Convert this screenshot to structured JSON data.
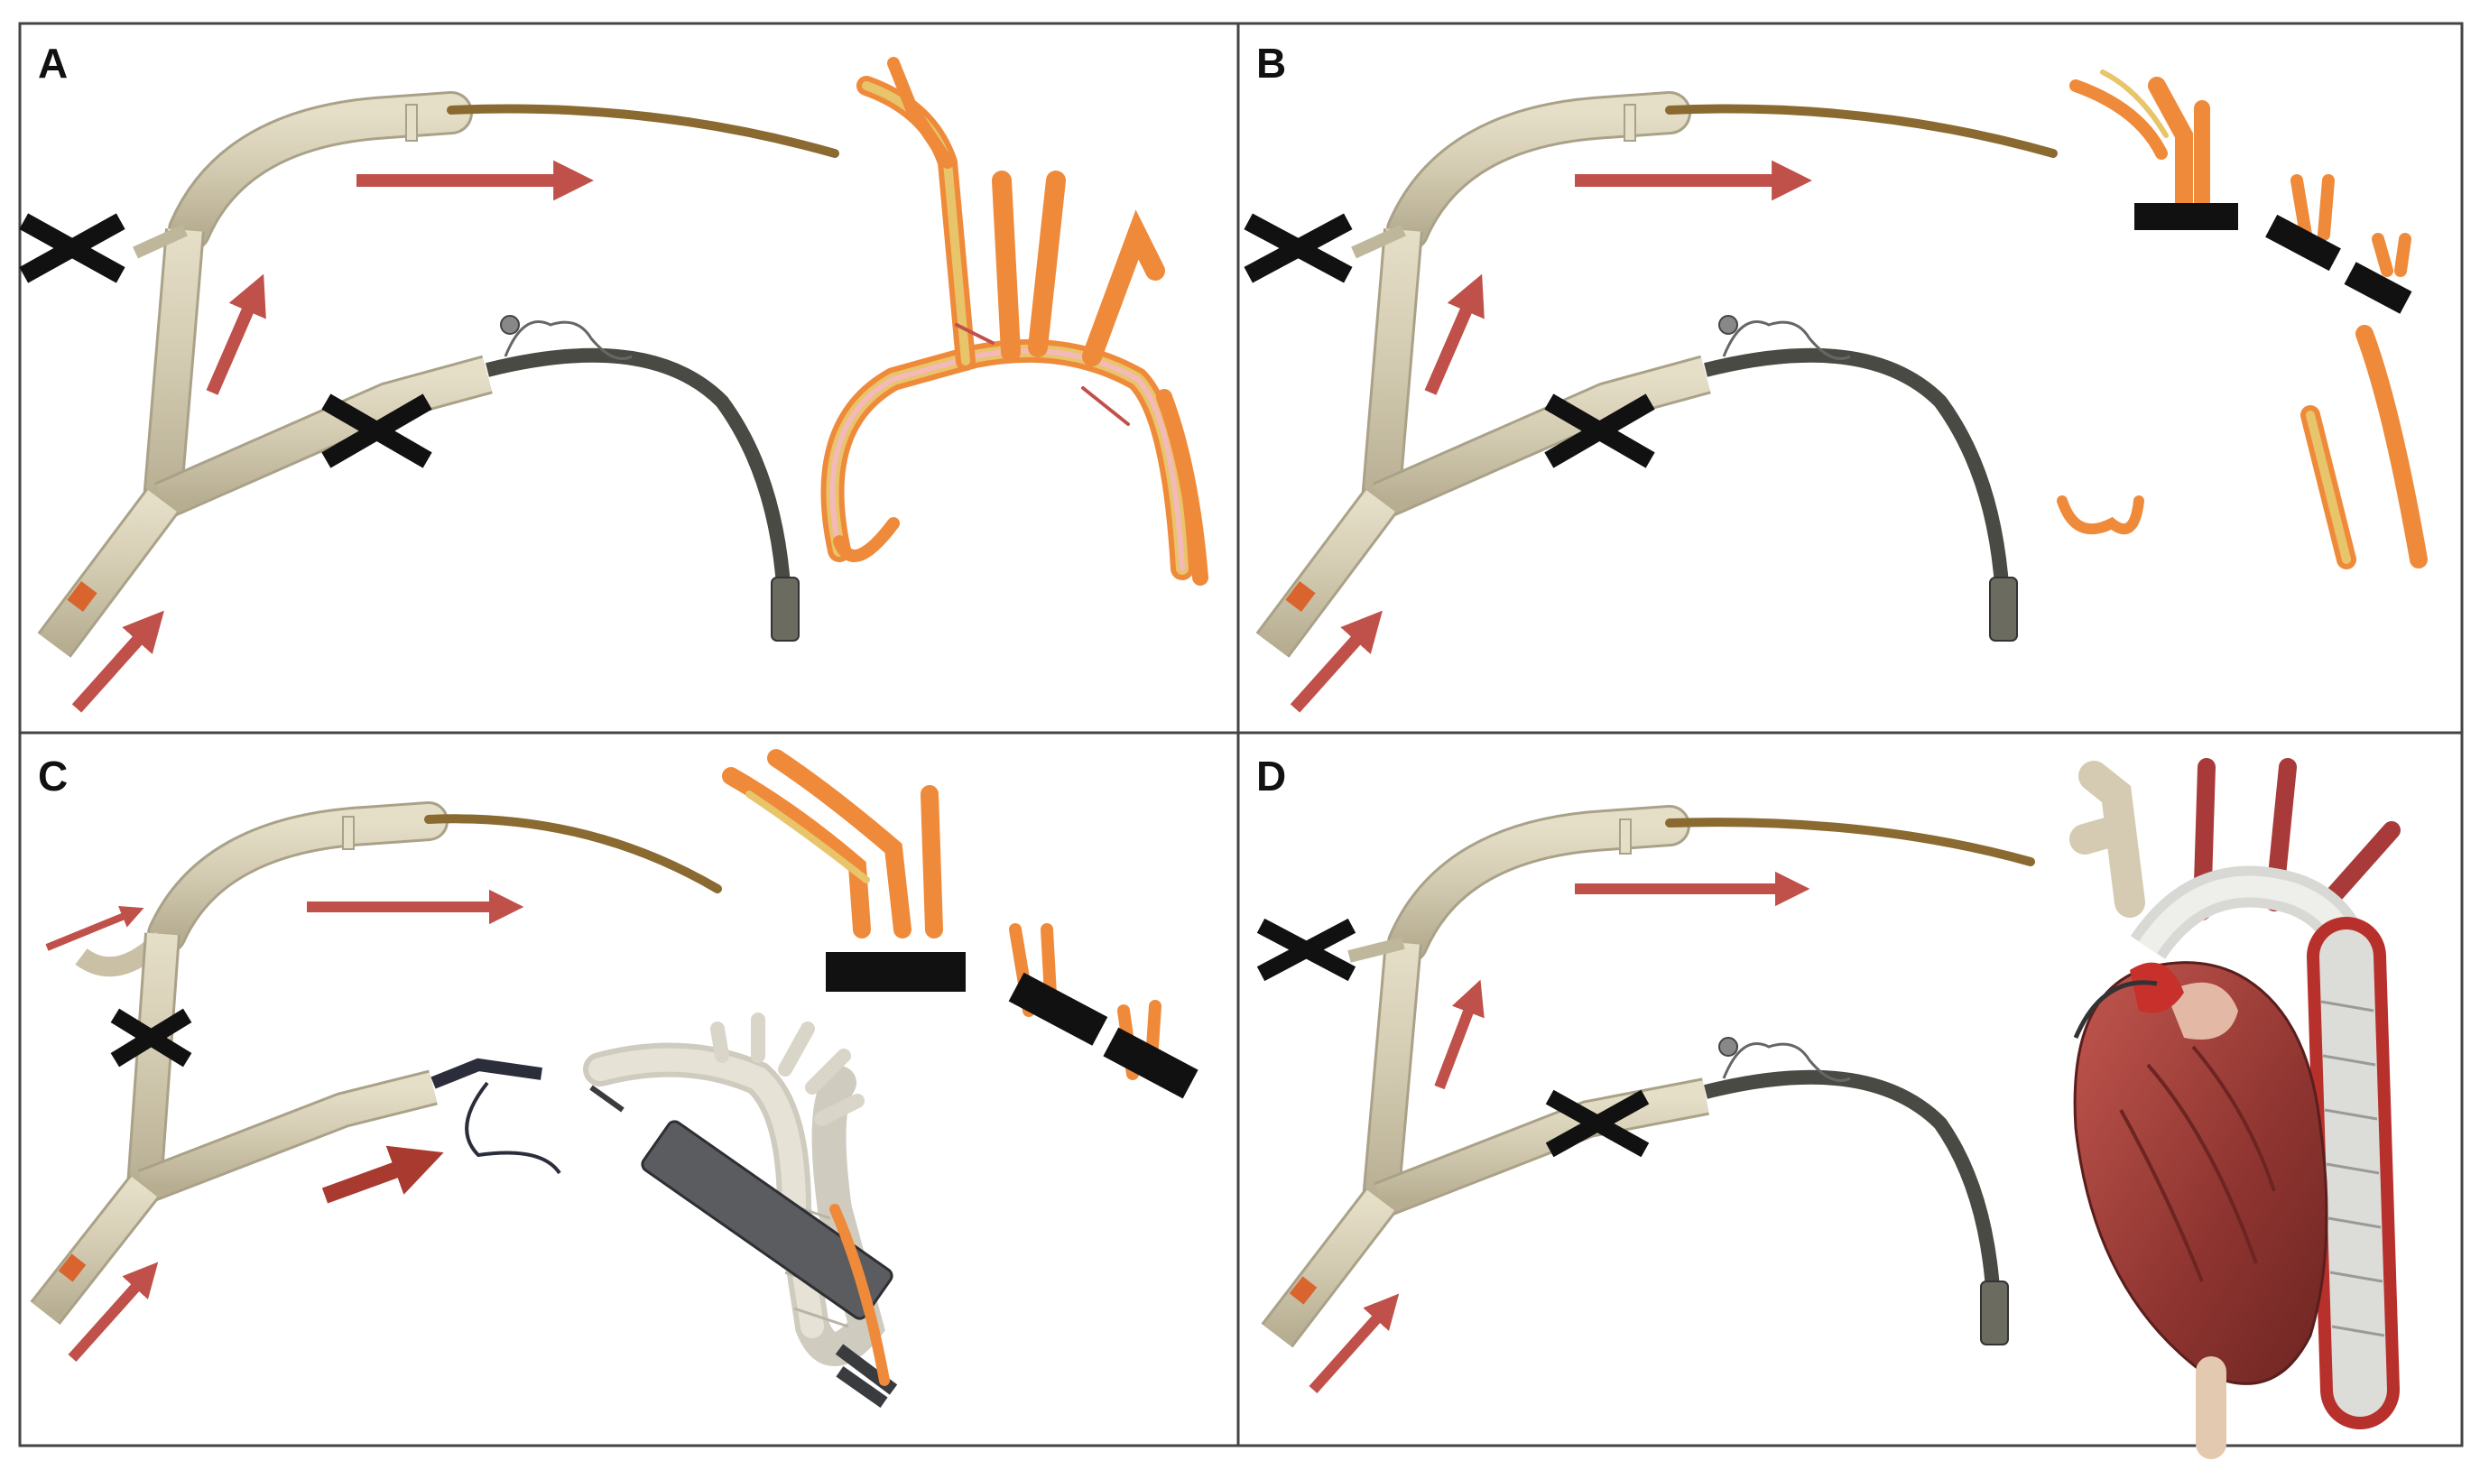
{
  "panels": [
    {
      "label": "A"
    },
    {
      "label": "B"
    },
    {
      "label": "C"
    },
    {
      "label": "D"
    }
  ],
  "colors": {
    "arrow": "#c0504a",
    "arrow_dark": "#a83a30",
    "tube": "#d6cfb8",
    "tube_edge": "#a9a188",
    "catheter": "#4a4a44",
    "cannula_tip": "#8a6a30",
    "clamp": "#111111",
    "vessel_outer": "#ef8a3a",
    "vessel_inner": "#e8c46a",
    "vessel_lumen": "#f4b9b9",
    "heart": "#9b3a36",
    "graft": "#d8d8d4",
    "border": "#444444"
  },
  "icons": [
    "clamp-x-icon",
    "flow-arrow-icon",
    "aorta-illustration",
    "heart-illustration",
    "syringe-illustration"
  ]
}
